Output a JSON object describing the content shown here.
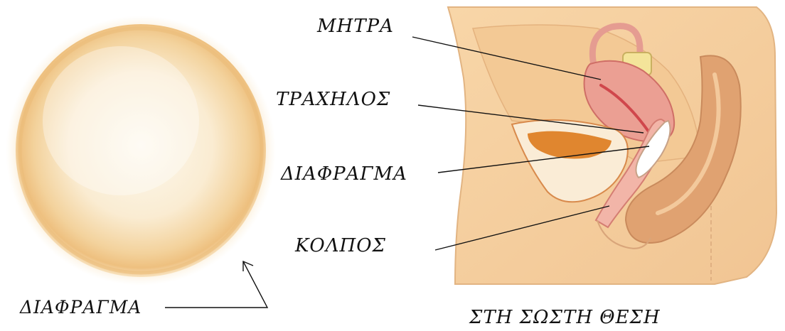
{
  "labels": {
    "uterus": "ΜΗΤΡΑ",
    "cervix": "ΤΡΑΧΗΛΟΣ",
    "diaphragm_in_body": "ΔΙΑΦΡΑΓΜΑ",
    "vagina": "ΚΟΛΠΟΣ",
    "diaphragm_device": "ΔΙΑΦΡΑΓΜΑ",
    "caption": "ΣΤΗ ΣΩΣΤΗ ΘΕΣΗ"
  },
  "colors": {
    "device_rim": "#f3cd8e",
    "device_center": "#fdf8ec",
    "body_outer": "#f6cf9f",
    "body_inner": "#eec49a",
    "organ_pink": "#ea9e92",
    "organ_red": "#d44e4e",
    "bladder_orange": "#e08a33",
    "bowel_brown": "#dea172",
    "line": "#111111"
  }
}
